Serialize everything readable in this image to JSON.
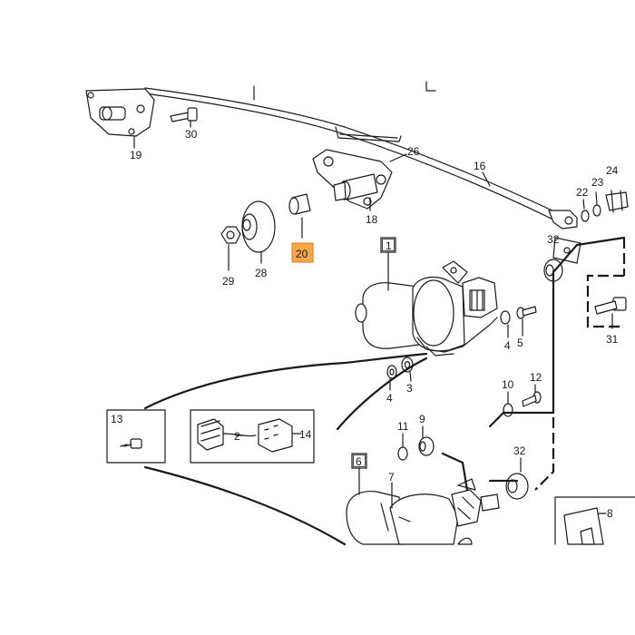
{
  "diagram": {
    "highlight_color": "#f5a54a",
    "highlight_border": "#e07a1a",
    "line_color": "#1a1a1a",
    "callouts": {
      "n19": "19",
      "n30": "30",
      "n26": "26",
      "n16": "16",
      "n18": "18",
      "n20": "20",
      "n28": "28",
      "n29": "29",
      "n1": "1",
      "n32a": "32",
      "n22": "22",
      "n23": "23",
      "n24": "24",
      "n31": "31",
      "n4a": "4",
      "n5": "5",
      "n4b": "4",
      "n3": "3",
      "n13": "13",
      "n2": "2",
      "n14": "14",
      "n11": "11",
      "n9": "9",
      "n10": "10",
      "n12": "12",
      "n32b": "32",
      "n6": "6",
      "n7": "7",
      "n8": "8"
    }
  }
}
